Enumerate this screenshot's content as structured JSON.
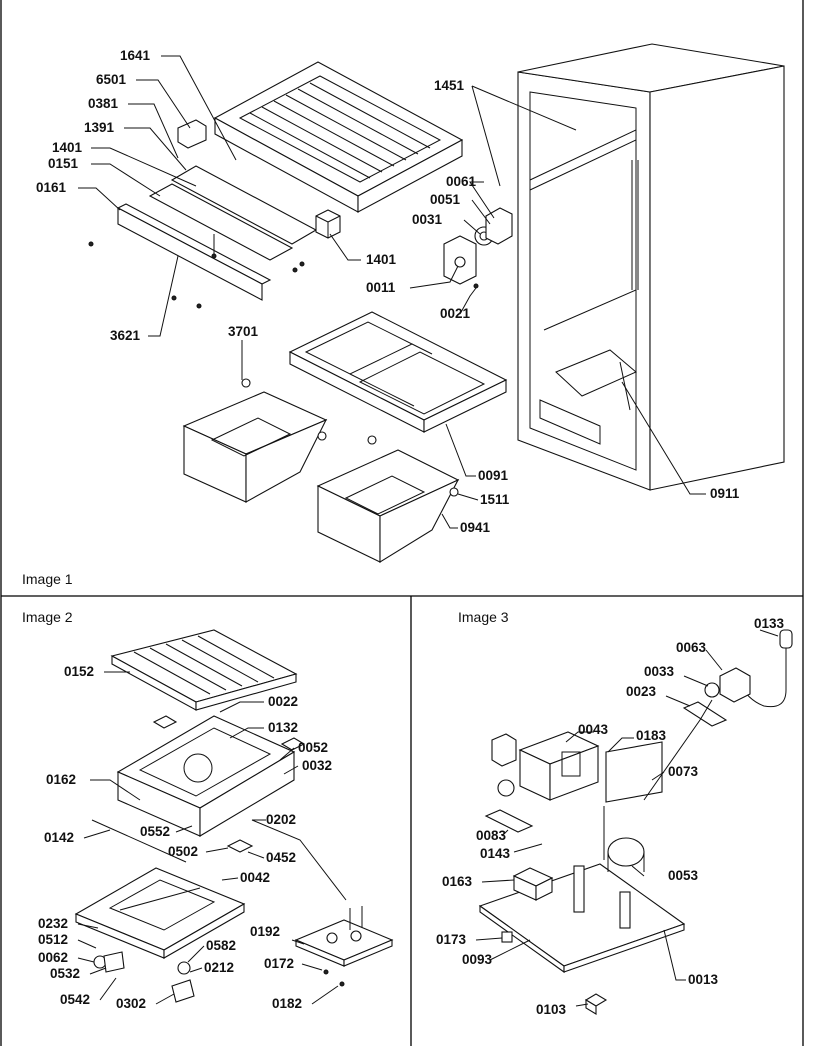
{
  "panels": {
    "image1": {
      "title": "Image 1",
      "callouts": [
        "1641",
        "6501",
        "0381",
        "1391",
        "1401",
        "0151",
        "0161",
        "1451",
        "0061",
        "0051",
        "0031",
        "1401",
        "0011",
        "0021",
        "3621",
        "3701",
        "0091",
        "1511",
        "0941",
        "0911"
      ]
    },
    "image2": {
      "title": "Image 2",
      "callouts": [
        "0152",
        "0022",
        "0132",
        "0052",
        "0032",
        "0162",
        "0142",
        "0552",
        "0202",
        "0502",
        "0452",
        "0042",
        "0232",
        "0512",
        "0062",
        "0532",
        "0542",
        "0582",
        "0212",
        "0302",
        "0192",
        "0172",
        "0182"
      ]
    },
    "image3": {
      "title": "Image 3",
      "callouts": [
        "0133",
        "0063",
        "0033",
        "0023",
        "0043",
        "0183",
        "0073",
        "0083",
        "0143",
        "0053",
        "0163",
        "0173",
        "0093",
        "0013",
        "0103"
      ]
    }
  }
}
